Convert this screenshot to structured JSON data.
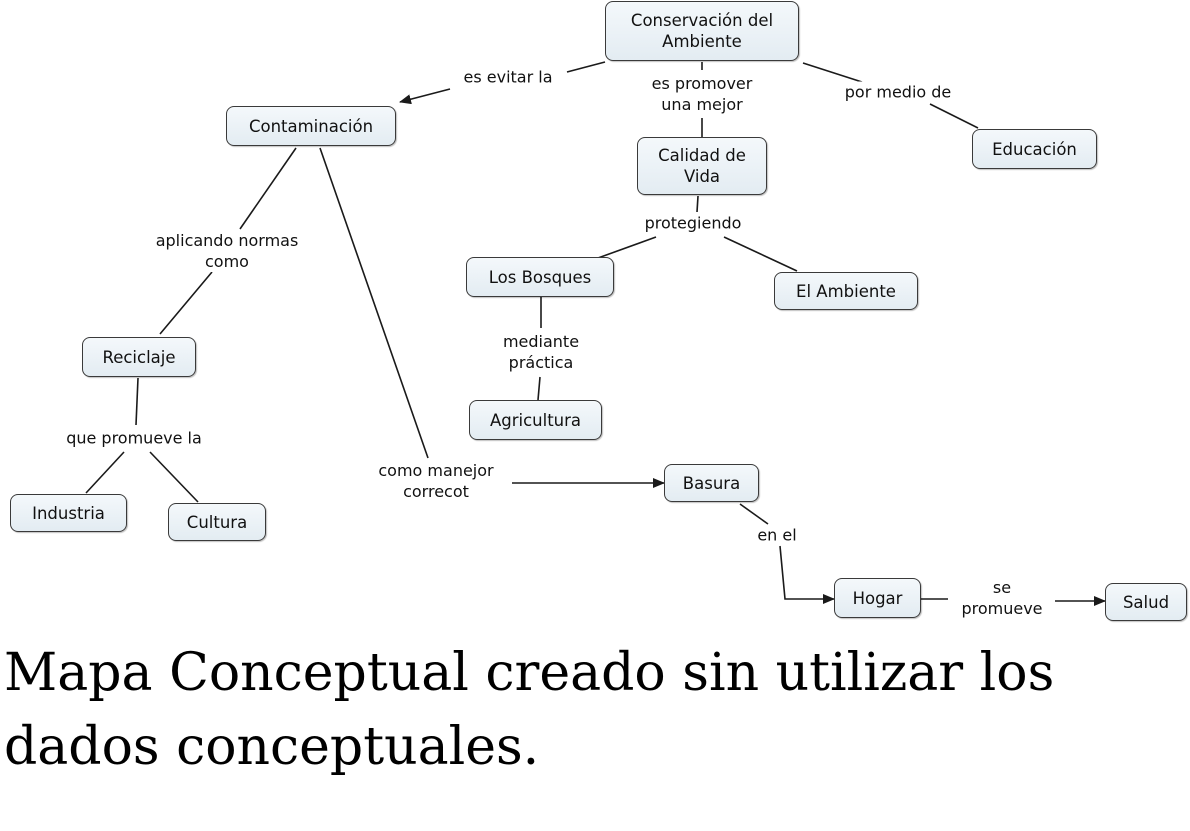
{
  "nodes": {
    "conservacion": "Conservación del\nAmbiente",
    "contaminacion": "Contaminación",
    "calidad": "Calidad de\nVida",
    "educacion": "Educación",
    "bosques": "Los Bosques",
    "el_ambiente": "El Ambiente",
    "reciclaje": "Reciclaje",
    "agricultura": "Agricultura",
    "industria": "Industria",
    "cultura": "Cultura",
    "basura": "Basura",
    "hogar": "Hogar",
    "salud": "Salud"
  },
  "links": {
    "evitar": "es evitar la",
    "promover": "es promover\nuna mejor",
    "medio": "por medio de",
    "protegiendo": "protegiendo",
    "normas": "aplicando normas\ncomo",
    "mediante": "mediante\npráctica",
    "promueve_la": "que promueve la",
    "manejor": "como manejor\ncorrecot",
    "en_el": "en el",
    "se_promueve": "se\npromueve"
  },
  "caption": "Mapa Conceptual creado sin utilizar los dados conceptuales."
}
